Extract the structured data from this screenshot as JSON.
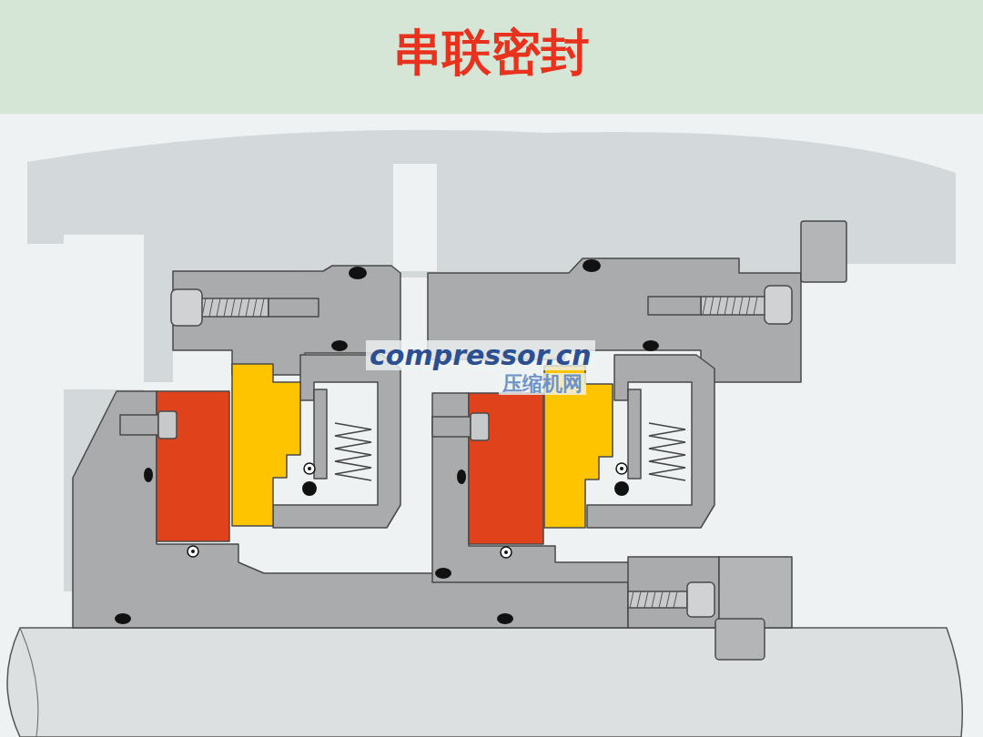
{
  "diagram": {
    "title": "串联密封",
    "labels": [
      "compressor.cn",
      "压缩机网"
    ]
  }
}
